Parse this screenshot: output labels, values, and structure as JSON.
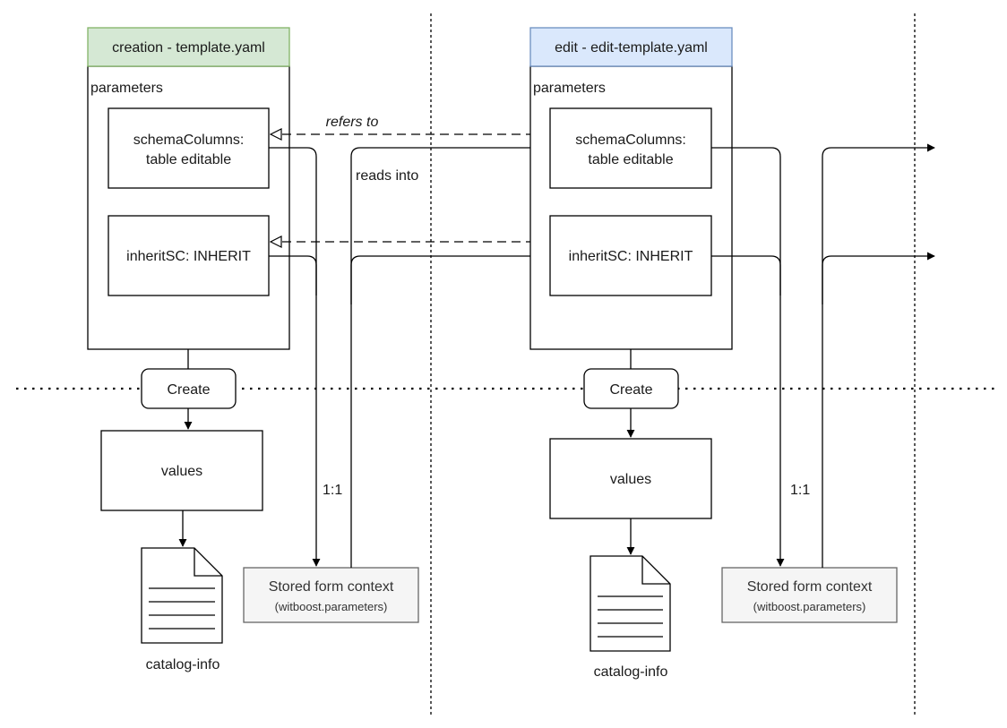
{
  "colors": {
    "creation_header_fill": "#d5e8d4",
    "creation_header_stroke": "#82b366",
    "edit_header_fill": "#dae8fc",
    "edit_header_stroke": "#6c8ebf",
    "context_fill": "#f5f5f5",
    "context_stroke": "#666666",
    "line": "#000000"
  },
  "creation": {
    "title": "creation - template.yaml",
    "parameters_label": "parameters",
    "schema_line1": "schemaColumns:",
    "schema_line2": "table editable",
    "inherit": "inheritSC: INHERIT",
    "create_button": "Create",
    "values": "values",
    "doc_label": "catalog-info",
    "ratio": "1:1",
    "context_title": "Stored form context",
    "context_sub": "(witboost.parameters)"
  },
  "edit": {
    "title": "edit - edit-template.yaml",
    "parameters_label": "parameters",
    "schema_line1": "schemaColumns:",
    "schema_line2": "table editable",
    "inherit": "inheritSC: INHERIT",
    "create_button": "Create",
    "values": "values",
    "doc_label": "catalog-info",
    "ratio": "1:1",
    "context_title": "Stored form context",
    "context_sub": "(witboost.parameters)"
  },
  "annotations": {
    "refers_to": "refers to",
    "reads_into": "reads into"
  }
}
